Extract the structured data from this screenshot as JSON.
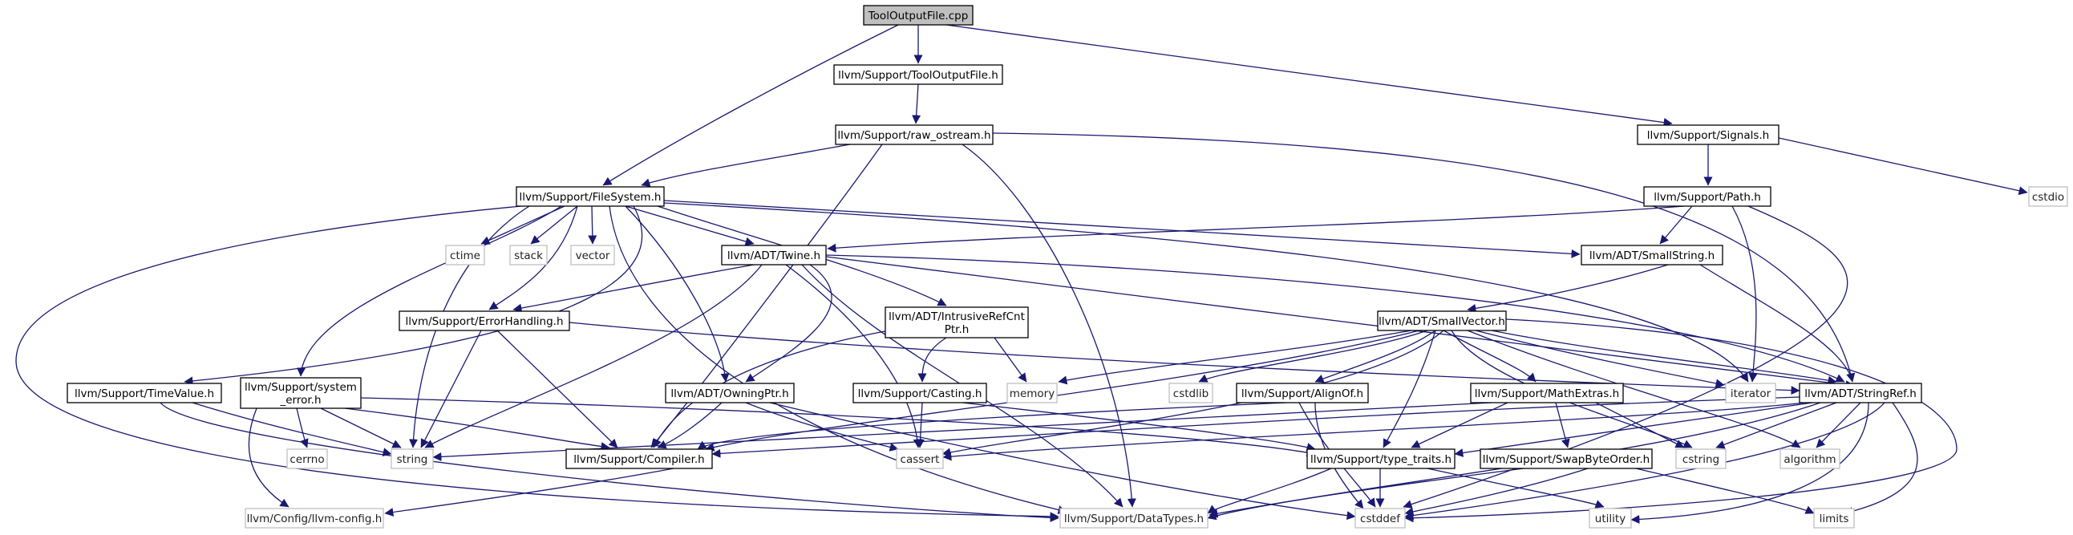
{
  "nodes": {
    "toolout_cpp": "ToolOutputFile.cpp",
    "toolout_h": "llvm/Support/ToolOutputFile.h",
    "raw_ostream": "llvm/Support/raw_ostream.h",
    "signals": "llvm/Support/Signals.h",
    "cstdio": "cstdio",
    "filesystem": "llvm/Support/FileSystem.h",
    "path": "llvm/Support/Path.h",
    "ctime": "ctime",
    "stack": "stack",
    "vector": "vector",
    "twine": "llvm/ADT/Twine.h",
    "smallstring": "llvm/ADT/SmallString.h",
    "errorhandling": "llvm/Support/ErrorHandling.h",
    "intrusive_l1": "llvm/ADT/IntrusiveRefCnt",
    "intrusive_l2": "Ptr.h",
    "smallvector": "llvm/ADT/SmallVector.h",
    "timevalue": "llvm/Support/TimeValue.h",
    "syserr_l1": "llvm/Support/system",
    "syserr_l2": "_error.h",
    "owningptr": "llvm/ADT/OwningPtr.h",
    "casting": "llvm/Support/Casting.h",
    "memory": "memory",
    "cstdlib": "cstdlib",
    "alignof": "llvm/Support/AlignOf.h",
    "mathextras": "llvm/Support/MathExtras.h",
    "iterator": "iterator",
    "stringref": "llvm/ADT/StringRef.h",
    "cerrno": "cerrno",
    "string": "string",
    "compiler": "llvm/Support/Compiler.h",
    "cassert": "cassert",
    "type_traits": "llvm/Support/type_traits.h",
    "swapbyteorder": "llvm/Support/SwapByteOrder.h",
    "cstring": "cstring",
    "algorithm": "algorithm",
    "llvmconfig": "llvm/Config/llvm-config.h",
    "datatypes": "llvm/Support/DataTypes.h",
    "cstddef": "cstddef",
    "utility": "utility",
    "limits": "limits"
  },
  "colors": {
    "edge": "#191970",
    "header_border": "#000000",
    "system_border": "#bfbfbf",
    "root_fill": "#bfbfbf"
  }
}
